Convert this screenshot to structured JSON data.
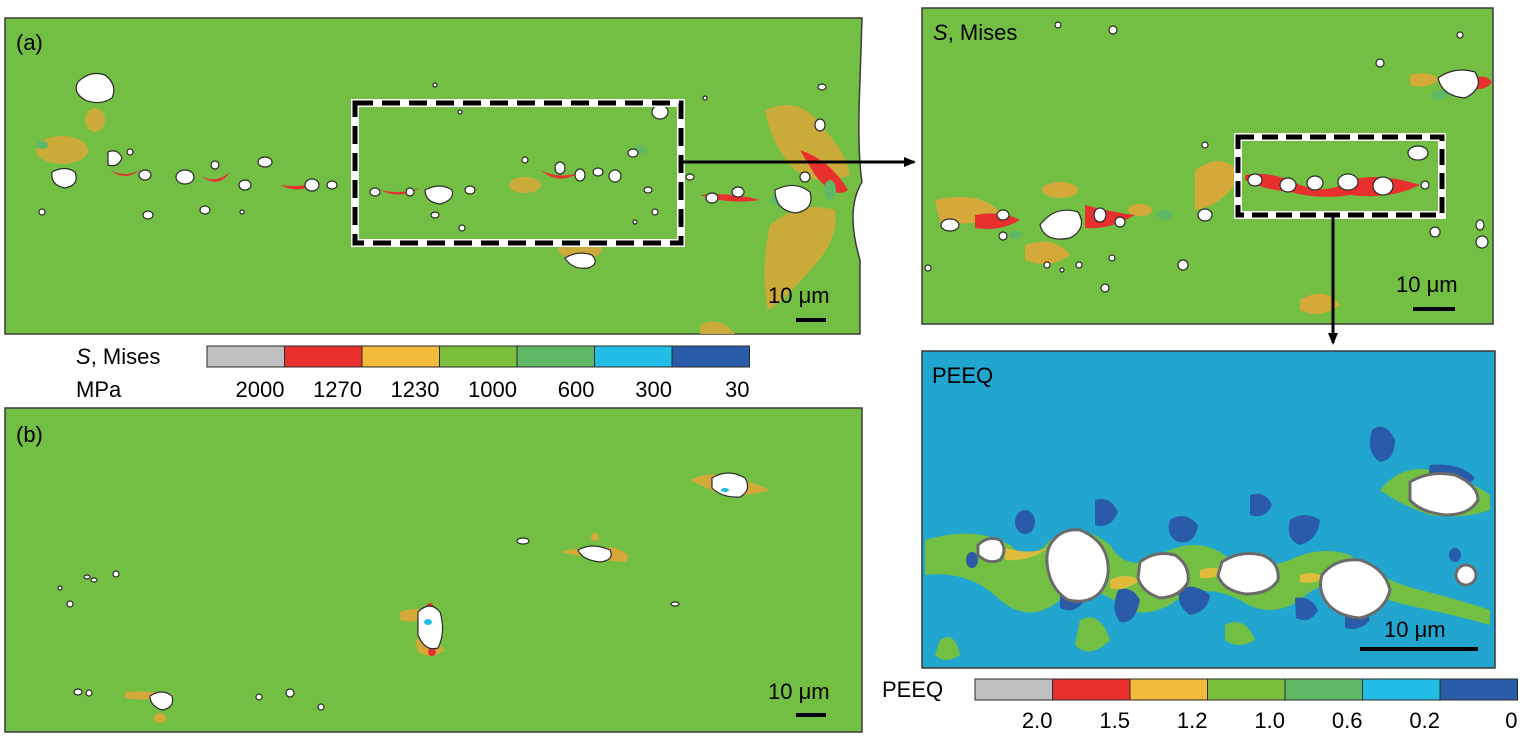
{
  "panels": {
    "a": {
      "label": "(a)",
      "scale_bar": "10 μm"
    },
    "b": {
      "label": "(b)",
      "scale_bar": "10 μm"
    },
    "zoom_mises": {
      "title_italic": "S",
      "title_rest": ", Mises",
      "scale_bar": "10 μm"
    },
    "zoom_peeq": {
      "title": "PEEQ",
      "scale_bar": "10 μm"
    }
  },
  "colorbar_mises": {
    "title_italic": "S",
    "title_rest": ", Mises",
    "unit": "MPa",
    "ticks": [
      "2000",
      "1270",
      "1230",
      "1000",
      "600",
      "300",
      "30"
    ],
    "colors": [
      "#c0c0c2",
      "#e8302e",
      "#f3bb3a",
      "#7cbf3c",
      "#5fb866",
      "#21bde6",
      "#2a5ba8"
    ]
  },
  "colorbar_peeq": {
    "title": "PEEQ",
    "ticks": [
      "2.0",
      "1.5",
      "1.2",
      "1.0",
      "0.6",
      "0.2",
      "0"
    ],
    "colors": [
      "#c0c0c2",
      "#e8302e",
      "#f3bb3a",
      "#7cbf3c",
      "#5fb866",
      "#21bde6",
      "#2a5ba8"
    ]
  },
  "palette": {
    "field_green": "#72bf44",
    "field_blue": "#22a6cf",
    "dark_blue": "#2a5ba8",
    "orange": "#d4a93a",
    "red": "#e8302e",
    "void": "#ffffff",
    "outline": "#2a2a2a"
  }
}
